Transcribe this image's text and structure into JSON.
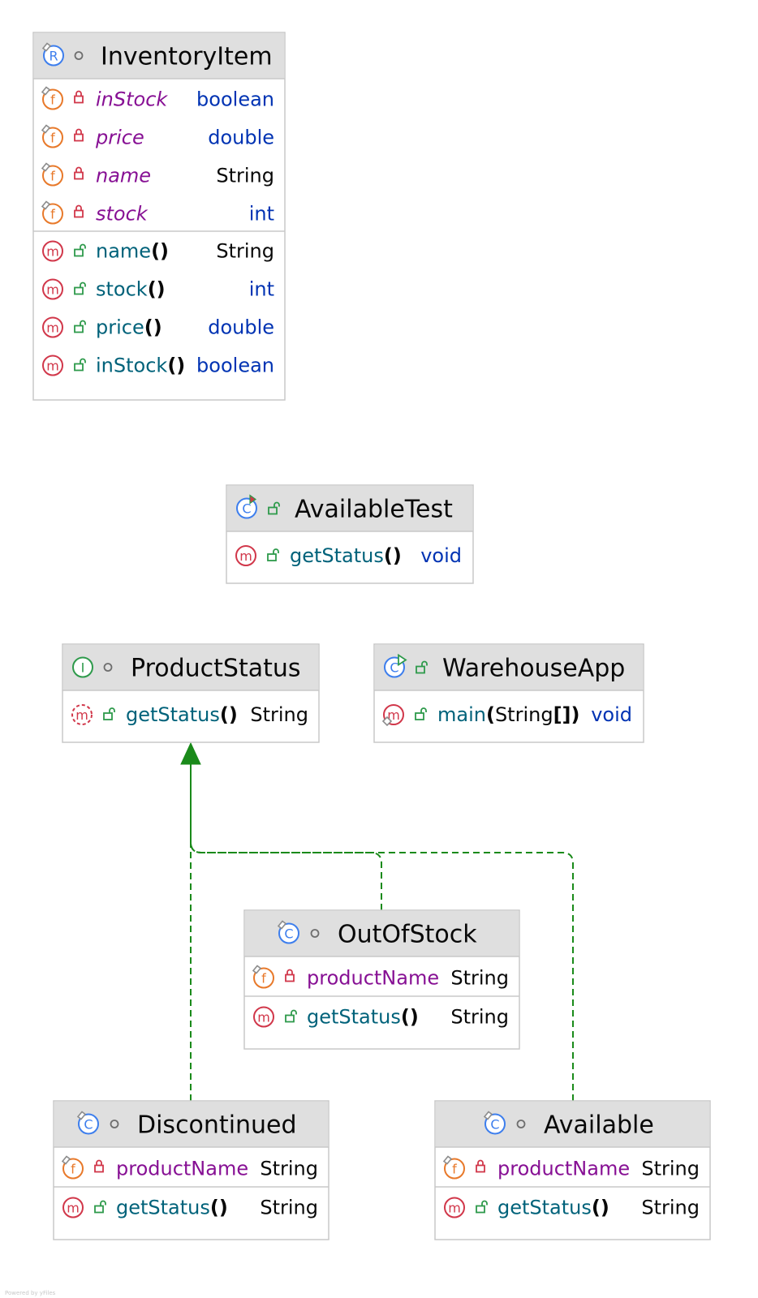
{
  "colors": {
    "header_bg": "#dfdfdf",
    "box_border": "#c8c8c8",
    "field_name": "#871094",
    "method_name": "#00627a",
    "type_keyword": "#0033b3",
    "type_class": "#080808",
    "arrow": "#1a8a1a",
    "icon_field": "#e8792a",
    "icon_method": "#d1374a",
    "icon_class": "#3d7eed",
    "icon_interface": "#2e9a4b",
    "lock_private": "#d1374a",
    "lock_public": "#2e9a4b"
  },
  "classes": {
    "inventory_item": {
      "name": "InventoryItem",
      "kind": "record",
      "fields": [
        {
          "name": "inStock",
          "type": "boolean"
        },
        {
          "name": "price",
          "type": "double"
        },
        {
          "name": "name",
          "type": "String"
        },
        {
          "name": "stock",
          "type": "int"
        }
      ],
      "methods": [
        {
          "name": "name",
          "params": "()",
          "type": "String"
        },
        {
          "name": "stock",
          "params": "()",
          "type": "int"
        },
        {
          "name": "price",
          "params": "()",
          "type": "double"
        },
        {
          "name": "inStock",
          "params": "()",
          "type": "boolean"
        }
      ]
    },
    "available_test": {
      "name": "AvailableTest",
      "kind": "test-class",
      "methods": [
        {
          "name": "getStatus",
          "params": "()",
          "type": "void"
        }
      ]
    },
    "product_status": {
      "name": "ProductStatus",
      "kind": "interface",
      "methods": [
        {
          "name": "getStatus",
          "params": "()",
          "type": "String"
        }
      ]
    },
    "warehouse_app": {
      "name": "WarehouseApp",
      "kind": "runnable-class",
      "methods": [
        {
          "name": "main",
          "params": "(String[])",
          "type": "void"
        }
      ]
    },
    "out_of_stock": {
      "name": "OutOfStock",
      "kind": "class",
      "fields": [
        {
          "name": "productName",
          "type": "String"
        }
      ],
      "methods": [
        {
          "name": "getStatus",
          "params": "()",
          "type": "String"
        }
      ]
    },
    "discontinued": {
      "name": "Discontinued",
      "kind": "class",
      "fields": [
        {
          "name": "productName",
          "type": "String"
        }
      ],
      "methods": [
        {
          "name": "getStatus",
          "params": "()",
          "type": "String"
        }
      ]
    },
    "available": {
      "name": "Available",
      "kind": "class",
      "fields": [
        {
          "name": "productName",
          "type": "String"
        }
      ],
      "methods": [
        {
          "name": "getStatus",
          "params": "()",
          "type": "String"
        }
      ]
    }
  },
  "relations": [
    {
      "from": "out_of_stock",
      "to": "product_status",
      "kind": "implements"
    },
    {
      "from": "discontinued",
      "to": "product_status",
      "kind": "implements"
    },
    {
      "from": "available",
      "to": "product_status",
      "kind": "implements"
    }
  ],
  "watermark": "Powered by yFiles"
}
